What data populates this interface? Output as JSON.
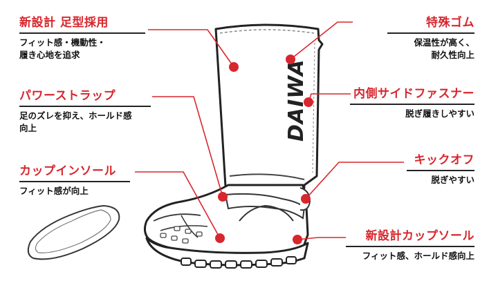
{
  "colors": {
    "accent": "#d7262d",
    "text": "#111111",
    "line": "#222222"
  },
  "brand": {
    "logo_text": "DAIWA"
  },
  "features": [
    {
      "id": "new-design-foot",
      "title": "新設計 足型採用",
      "desc": "フィット感・機動性・\n履き心地を追求"
    },
    {
      "id": "special-rubber",
      "title": "特殊ゴム",
      "desc": "保温性が高く、\n耐久性向上"
    },
    {
      "id": "power-strap",
      "title": "パワーストラップ",
      "desc": "足のズレを抑え、ホールド感\n向上"
    },
    {
      "id": "inner-fastener",
      "title": "内側サイドファスナー",
      "desc": "脱ぎ履きしやすい"
    },
    {
      "id": "cup-insole",
      "title": "カップインソール",
      "desc": "フィット感が向上"
    },
    {
      "id": "kick-off",
      "title": "キックオフ",
      "desc": "脱ぎやすい"
    },
    {
      "id": "new-cup-sole",
      "title": "新設計カップソール",
      "desc": "フィット感、ホールド感向上"
    }
  ]
}
